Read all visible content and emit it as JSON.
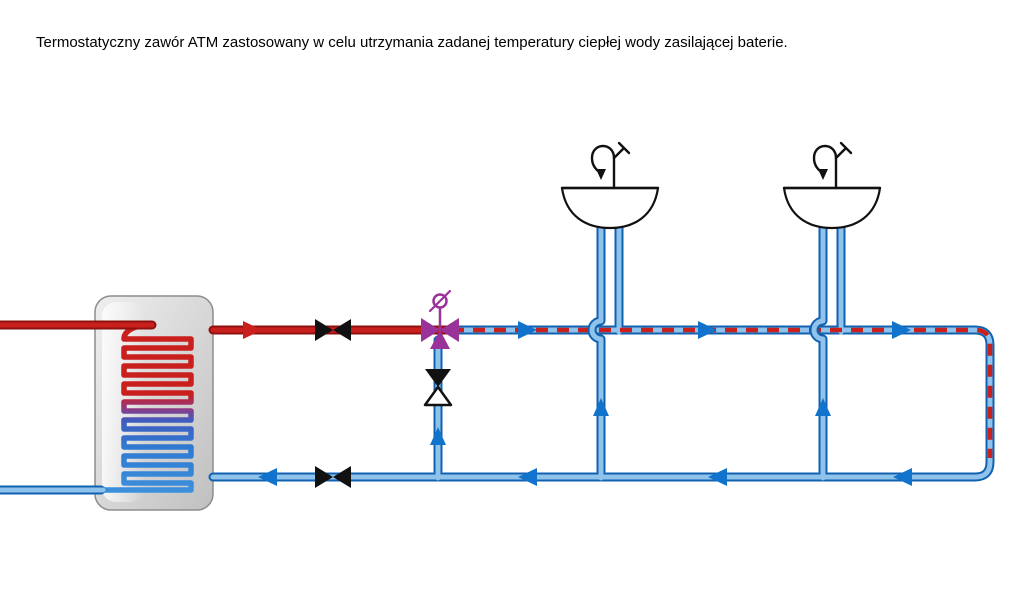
{
  "caption": "Termostatyczny zawór ATM zastosowany w celu utrzymania zadanej temperatury ciepłej wody zasilającej baterie.",
  "colors": {
    "background": "#ffffff",
    "hot_core": "#c9201d",
    "hot_edge": "#8e100f",
    "cold_core": "#8fc3ec",
    "cold_edge": "#1061b0",
    "arrow_blue": "#1273cd",
    "valve_black": "#111111",
    "atm_purple": "#993299",
    "coil_red": "#c9201d",
    "coil_blue": "#3c8fdc",
    "tank_border": "#8d8d8d",
    "outline_black": "#111111"
  },
  "components": {
    "tank": "storage-water-heater-with-heating-coil",
    "shutoff_valve_hot": "shut-off-valve",
    "shutoff_valve_return": "shut-off-valve",
    "mixing_valve": "ATM-thermostatic-mixing-valve",
    "check_valve": "check-valve",
    "fixture_1": "washbasin-with-tap",
    "fixture_2": "washbasin-with-tap"
  },
  "flows": {
    "hot_water_supply": "solid-red",
    "mixed_water": "red-dashed-over-blue",
    "cold_water_return": "solid-blue"
  }
}
